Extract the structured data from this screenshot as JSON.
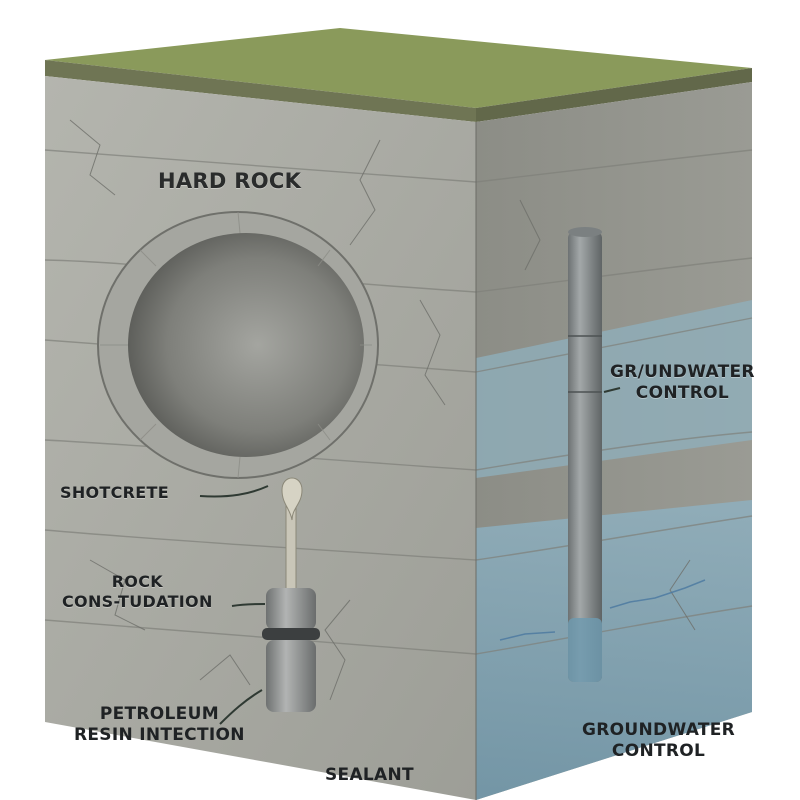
{
  "labels": {
    "hard_rock": "HARD ROCK",
    "shotcrete": "SHOTCRETE",
    "rock_consolidation": [
      "ROCK",
      "CONS-TUDATION"
    ],
    "petroleum_resin_injection": [
      "PETROLEUM",
      "RESIN INTECTION"
    ],
    "sealant": "SEALANT",
    "groundwater_control_upper": [
      "GR/UNDWATER",
      "CONTROL"
    ],
    "groundwater_control_lower": [
      "GROUNDWATER",
      "CONTROL"
    ]
  },
  "colors": {
    "grass": "#8a9a5b",
    "rock_front": "#a9aaa3",
    "rock_side": "#8e8f88",
    "water": "#7fa3b5",
    "label_text": "#1f2224",
    "pipe": "#8d9293"
  }
}
